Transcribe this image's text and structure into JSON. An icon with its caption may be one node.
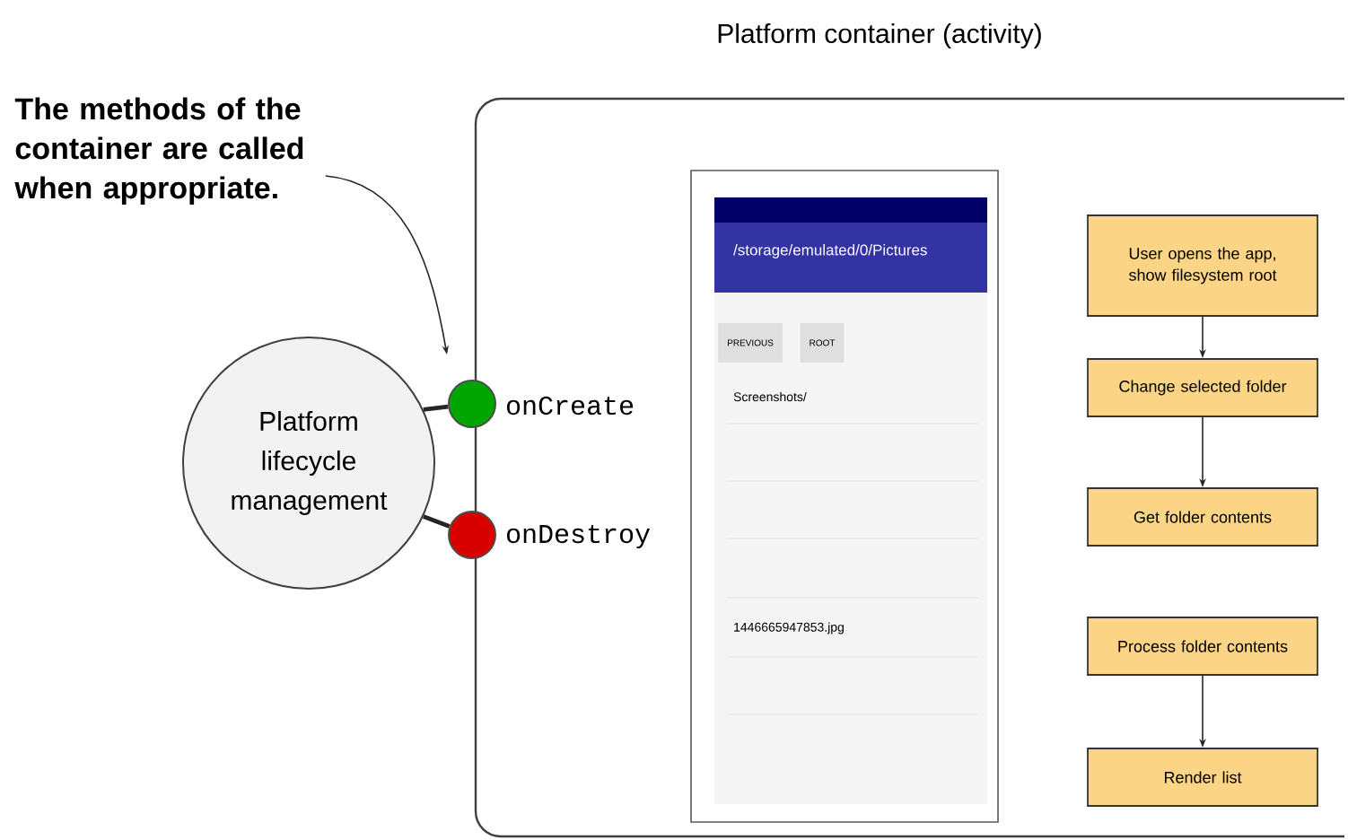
{
  "diagram": {
    "nodes": [
      {
        "text": [
          "Platform container (activity)"
        ]
      },
      {
        "text": [
          "The methods of the container are called when appropriate."
        ]
      },
      {
        "text": [
          "Platform lifecycle management"
        ]
      },
      {
        "text": [],
        "shape": "circle",
        "beside": [
          "onCreate"
        ]
      },
      {
        "text": [],
        "shape": "circle",
        "beside": [
          "onDestroy"
        ]
      },
      {
        "text": [
          "User opens the app, show filesystem root"
        ],
        "in": 0
      },
      {
        "text": [
          "Change selected folder"
        ],
        "in": 0
      },
      {
        "text": [
          "Get folder contents"
        ],
        "in": 0
      },
      {
        "text": [
          "Process folder contents"
        ],
        "in": 0
      },
      {
        "text": [
          "Render list"
        ],
        "in": 0
      }
    ],
    "edges": [
      {
        "from": 1,
        "to": 3,
        "arrow": "to"
      },
      {
        "from": 2,
        "to": 3,
        "arrow": "none",
        "style": "thick"
      },
      {
        "from": 2,
        "to": 4,
        "arrow": "none",
        "style": "thick"
      },
      {
        "from": 5,
        "to": 6,
        "arrow": "to"
      },
      {
        "from": 6,
        "to": 7,
        "arrow": "to"
      },
      {
        "from": 8,
        "to": 9,
        "arrow": "to"
      }
    ],
    "labels": [
      "/storage/emulated/0/Pictures",
      "PREVIOUS",
      "ROOT",
      "Screenshots/",
      "1446665947853.jpg"
    ]
  }
}
